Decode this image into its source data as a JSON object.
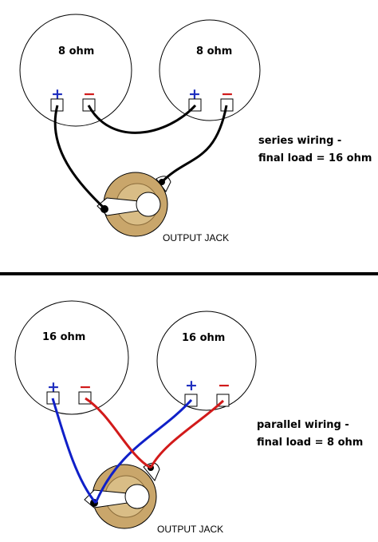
{
  "colors": {
    "background": "#ffffff",
    "outline": "#000000",
    "plus": "#1f2fbf",
    "minus": "#d11a1a",
    "wire_black": "#000000",
    "wire_blue": "#1020c8",
    "wire_red": "#d21a1a",
    "jack_ring": "#c9a66b",
    "jack_hole": "#ffffff"
  },
  "series": {
    "speakers": [
      {
        "label": "8 ohm",
        "plus": "+",
        "minus": "−"
      },
      {
        "label": "8 ohm",
        "plus": "+",
        "minus": "−"
      }
    ],
    "note_line1": "series wiring -",
    "note_line2": "final load = 16 ohm",
    "jack_label": "OUTPUT JACK"
  },
  "parallel": {
    "speakers": [
      {
        "label": "16 ohm",
        "plus": "+",
        "minus": "−"
      },
      {
        "label": "16 ohm",
        "plus": "+",
        "minus": "−"
      }
    ],
    "note_line1": "parallel wiring -",
    "note_line2": "final load = 8 ohm",
    "jack_label": "OUTPUT JACK"
  },
  "icons": [
    "speaker-circle-icon",
    "terminal-icon",
    "output-jack-icon"
  ]
}
